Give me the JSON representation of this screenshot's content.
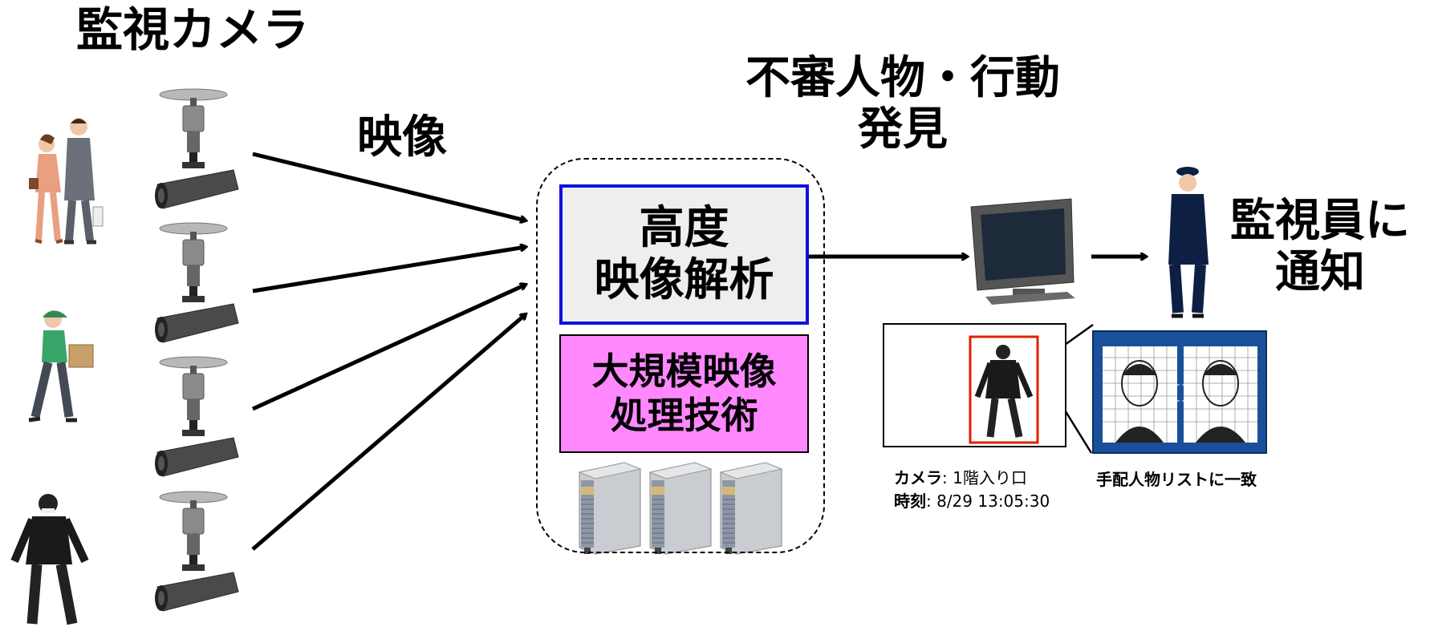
{
  "title": "監視カメラ",
  "flow_label_video": "映像",
  "discovery_label": {
    "line1": "不審人物・行動",
    "line2": "発見"
  },
  "analysis_box": {
    "line1": "高度",
    "line2": "映像解析"
  },
  "processing_box": {
    "line1": "大規模映像",
    "line2": "処理技術"
  },
  "notify_label": {
    "line1": "監視員に",
    "line2": "通知"
  },
  "camera_info": {
    "camera_key": "カメラ",
    "camera_value": ": 1階入り口",
    "time_key": "時刻",
    "time_value": ": 8/29 13:05:30"
  },
  "match_text": "手配人物リストに一致",
  "colors": {
    "analysis_border": "#1010e0",
    "analysis_fill": "#eeeeee",
    "processing_fill": "#ff88ff",
    "detection_box": "#dd2200",
    "face_panel": "#1a4f9a"
  }
}
